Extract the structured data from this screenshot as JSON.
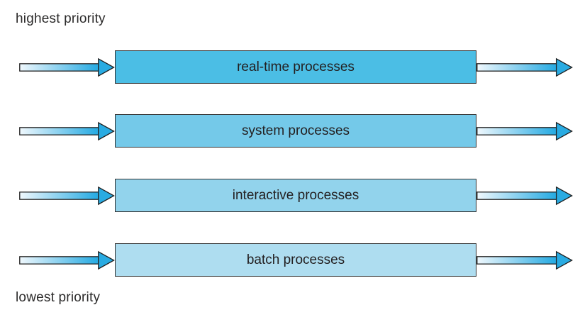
{
  "diagram": {
    "top_label": "highest priority",
    "bottom_label": "lowest priority",
    "queues": [
      {
        "label": "real-time processes",
        "fill": "#4bbee5"
      },
      {
        "label": "system processes",
        "fill": "#74c9e9"
      },
      {
        "label": "interactive processes",
        "fill": "#92d3ec"
      },
      {
        "label": "batch processes",
        "fill": "#aeddf0"
      }
    ],
    "colors": {
      "arrow_head": "#29abe2",
      "arrow_gradient_start": "#f0f8fd",
      "arrow_gradient_end": "#2aace3",
      "outline": "#2f2f2f",
      "text": "#231f20",
      "background": "#ffffff"
    }
  }
}
